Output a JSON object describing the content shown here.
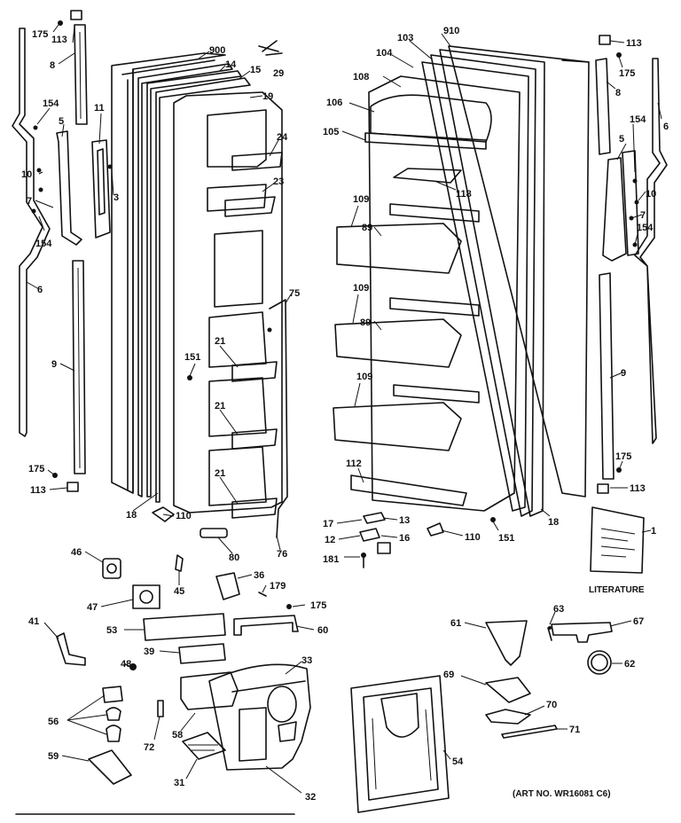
{
  "callouts": [
    {
      "id": "c175a",
      "text": "175"
    },
    {
      "id": "c113a",
      "text": "113"
    },
    {
      "id": "c8a",
      "text": "8"
    },
    {
      "id": "c154a",
      "text": "154"
    },
    {
      "id": "c5a",
      "text": "5"
    },
    {
      "id": "c11",
      "text": "11"
    },
    {
      "id": "c10a",
      "text": "10"
    },
    {
      "id": "c7a",
      "text": "7"
    },
    {
      "id": "c154b",
      "text": "154"
    },
    {
      "id": "c3",
      "text": "3"
    },
    {
      "id": "c6a",
      "text": "6"
    },
    {
      "id": "c9a",
      "text": "9"
    },
    {
      "id": "c175b",
      "text": "175"
    },
    {
      "id": "c113b",
      "text": "113"
    },
    {
      "id": "c900",
      "text": "900"
    },
    {
      "id": "c14",
      "text": "14"
    },
    {
      "id": "c15",
      "text": "15"
    },
    {
      "id": "c29",
      "text": "29"
    },
    {
      "id": "c19",
      "text": "19"
    },
    {
      "id": "c24",
      "text": "24"
    },
    {
      "id": "c23",
      "text": "23"
    },
    {
      "id": "c75",
      "text": "75"
    },
    {
      "id": "c151a",
      "text": "151"
    },
    {
      "id": "c21a",
      "text": "21"
    },
    {
      "id": "c21b",
      "text": "21"
    },
    {
      "id": "c21c",
      "text": "21"
    },
    {
      "id": "c18a",
      "text": "18"
    },
    {
      "id": "c110a",
      "text": "110"
    },
    {
      "id": "c80",
      "text": "80"
    },
    {
      "id": "c76",
      "text": "76"
    },
    {
      "id": "c910",
      "text": "910"
    },
    {
      "id": "c103",
      "text": "103"
    },
    {
      "id": "c104",
      "text": "104"
    },
    {
      "id": "c108",
      "text": "108"
    },
    {
      "id": "c106",
      "text": "106"
    },
    {
      "id": "c105",
      "text": "105"
    },
    {
      "id": "c118",
      "text": "118"
    },
    {
      "id": "c109a",
      "text": "109"
    },
    {
      "id": "c89a",
      "text": "89"
    },
    {
      "id": "c109b",
      "text": "109"
    },
    {
      "id": "c89b",
      "text": "89"
    },
    {
      "id": "c109c",
      "text": "109"
    },
    {
      "id": "c112",
      "text": "112"
    },
    {
      "id": "c17",
      "text": "17"
    },
    {
      "id": "c13",
      "text": "13"
    },
    {
      "id": "c12",
      "text": "12"
    },
    {
      "id": "c16",
      "text": "16"
    },
    {
      "id": "c181",
      "text": "181"
    },
    {
      "id": "c110b",
      "text": "110"
    },
    {
      "id": "c151b",
      "text": "151"
    },
    {
      "id": "c18b",
      "text": "18"
    },
    {
      "id": "c113c",
      "text": "113"
    },
    {
      "id": "c175c",
      "text": "175"
    },
    {
      "id": "c8b",
      "text": "8"
    },
    {
      "id": "c154c",
      "text": "154"
    },
    {
      "id": "c6b",
      "text": "6"
    },
    {
      "id": "c5b",
      "text": "5"
    },
    {
      "id": "c10b",
      "text": "10"
    },
    {
      "id": "c7b",
      "text": "7"
    },
    {
      "id": "c154d",
      "text": "154"
    },
    {
      "id": "c9b",
      "text": "9"
    },
    {
      "id": "c175d",
      "text": "175"
    },
    {
      "id": "c113d",
      "text": "113"
    },
    {
      "id": "c1",
      "text": "1"
    },
    {
      "id": "c46",
      "text": "46"
    },
    {
      "id": "c45",
      "text": "45"
    },
    {
      "id": "c36",
      "text": "36"
    },
    {
      "id": "c179",
      "text": "179"
    },
    {
      "id": "c47",
      "text": "47"
    },
    {
      "id": "c175e",
      "text": "175"
    },
    {
      "id": "c41",
      "text": "41"
    },
    {
      "id": "c53",
      "text": "53"
    },
    {
      "id": "c60",
      "text": "60"
    },
    {
      "id": "c39",
      "text": "39"
    },
    {
      "id": "c48",
      "text": "48"
    },
    {
      "id": "c33",
      "text": "33"
    },
    {
      "id": "c56",
      "text": "56"
    },
    {
      "id": "c72",
      "text": "72"
    },
    {
      "id": "c58",
      "text": "58"
    },
    {
      "id": "c59",
      "text": "59"
    },
    {
      "id": "c31",
      "text": "31"
    },
    {
      "id": "c32",
      "text": "32"
    },
    {
      "id": "c54",
      "text": "54"
    },
    {
      "id": "c61",
      "text": "61"
    },
    {
      "id": "c63",
      "text": "63"
    },
    {
      "id": "c67",
      "text": "67"
    },
    {
      "id": "c62",
      "text": "62"
    },
    {
      "id": "c69",
      "text": "69"
    },
    {
      "id": "c70",
      "text": "70"
    },
    {
      "id": "c71",
      "text": "71"
    }
  ],
  "literature_label": "LITERATURE",
  "art_number": "(ART NO. WR16081 C6)"
}
